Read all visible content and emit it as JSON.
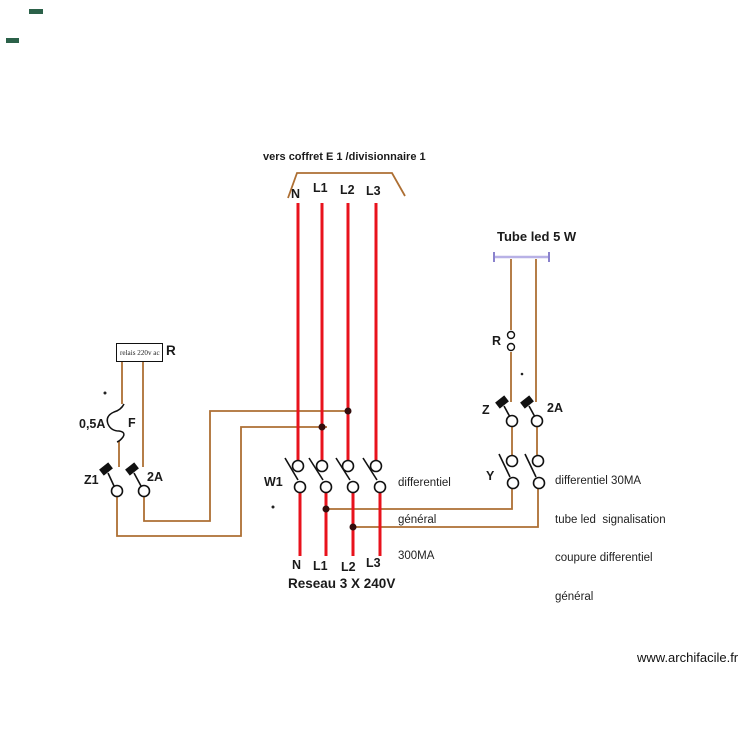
{
  "feeder": {
    "label": "vers coffret E 1 /divisionnaire 1"
  },
  "top_terminals": {
    "labels": [
      "N",
      "L1",
      "L2",
      "L3"
    ]
  },
  "bottom_terminals": {
    "labels": [
      "N",
      "L1",
      "L2",
      "L3"
    ],
    "network_label": "Reseau 3 X 240V"
  },
  "relay": {
    "box_label": "relais 220v ac",
    "ref": "R"
  },
  "fuse": {
    "rating": "0,5A",
    "ref": "F"
  },
  "left_switches": {
    "switch_ref": "Z1",
    "breaker_rating": "2A"
  },
  "main_breaker": {
    "ref": "W1",
    "note_lines": [
      "differentiel",
      "général",
      "300MA"
    ]
  },
  "tube": {
    "label": "Tube led 5 W"
  },
  "relay_contact": {
    "ref": "R"
  },
  "right_switches": {
    "switch_ref": "Z",
    "breaker_rating": "2A"
  },
  "diff_breaker": {
    "ref": "Y",
    "note_lines": [
      "differentiel 30MA",
      "tube led  signalisation",
      "coupure differentiel",
      "général"
    ]
  },
  "watermark": {
    "url_text": "www.archifacile.fr"
  },
  "colors": {
    "phase_wire": "#e8121c",
    "control_wire": "#ad6f33",
    "tube_body": "#b8b1e6",
    "tube_ends": "#8a82cd",
    "junction_dot": "#330d0d",
    "symbol_stroke": "#111111",
    "green_marks": "#2b6149"
  }
}
